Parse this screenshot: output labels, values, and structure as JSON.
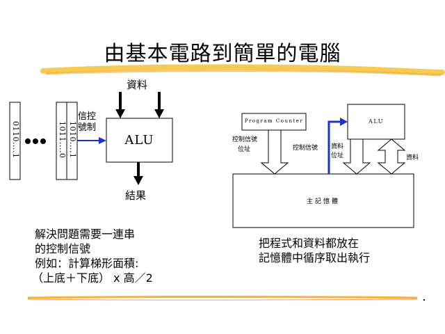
{
  "slide": {
    "title": "由基本電路到簡單的電腦"
  },
  "left_diagram": {
    "data_label": "資料",
    "control_label_line1": "信控",
    "control_label_line2": "號制",
    "alu_label": "ALU",
    "result_label": "結果",
    "tape1_text": "0110....1",
    "tape2_text": "1011....0",
    "tape3_text": "1010....1",
    "ellipsis": "●●●"
  },
  "right_diagram": {
    "pc_label": "Program Counter",
    "alu_label": "ALU",
    "control_signal_label": "控制信號",
    "address_label": "位址",
    "data_label": "資料",
    "memory_label": "主記憶體"
  },
  "left_text": {
    "line1": "解決問題需要一連串",
    "line2": "的控制信號",
    "line3": "例如：計算梯形面積:",
    "line4": "（上底＋下底） x 高／2"
  },
  "right_text": {
    "line1": "把程式和資料都放在",
    "line2": "記憶體中循序取出執行"
  },
  "colors": {
    "highlight_stroke": "#f5c542",
    "arrow_blue": "#1a33cc"
  }
}
